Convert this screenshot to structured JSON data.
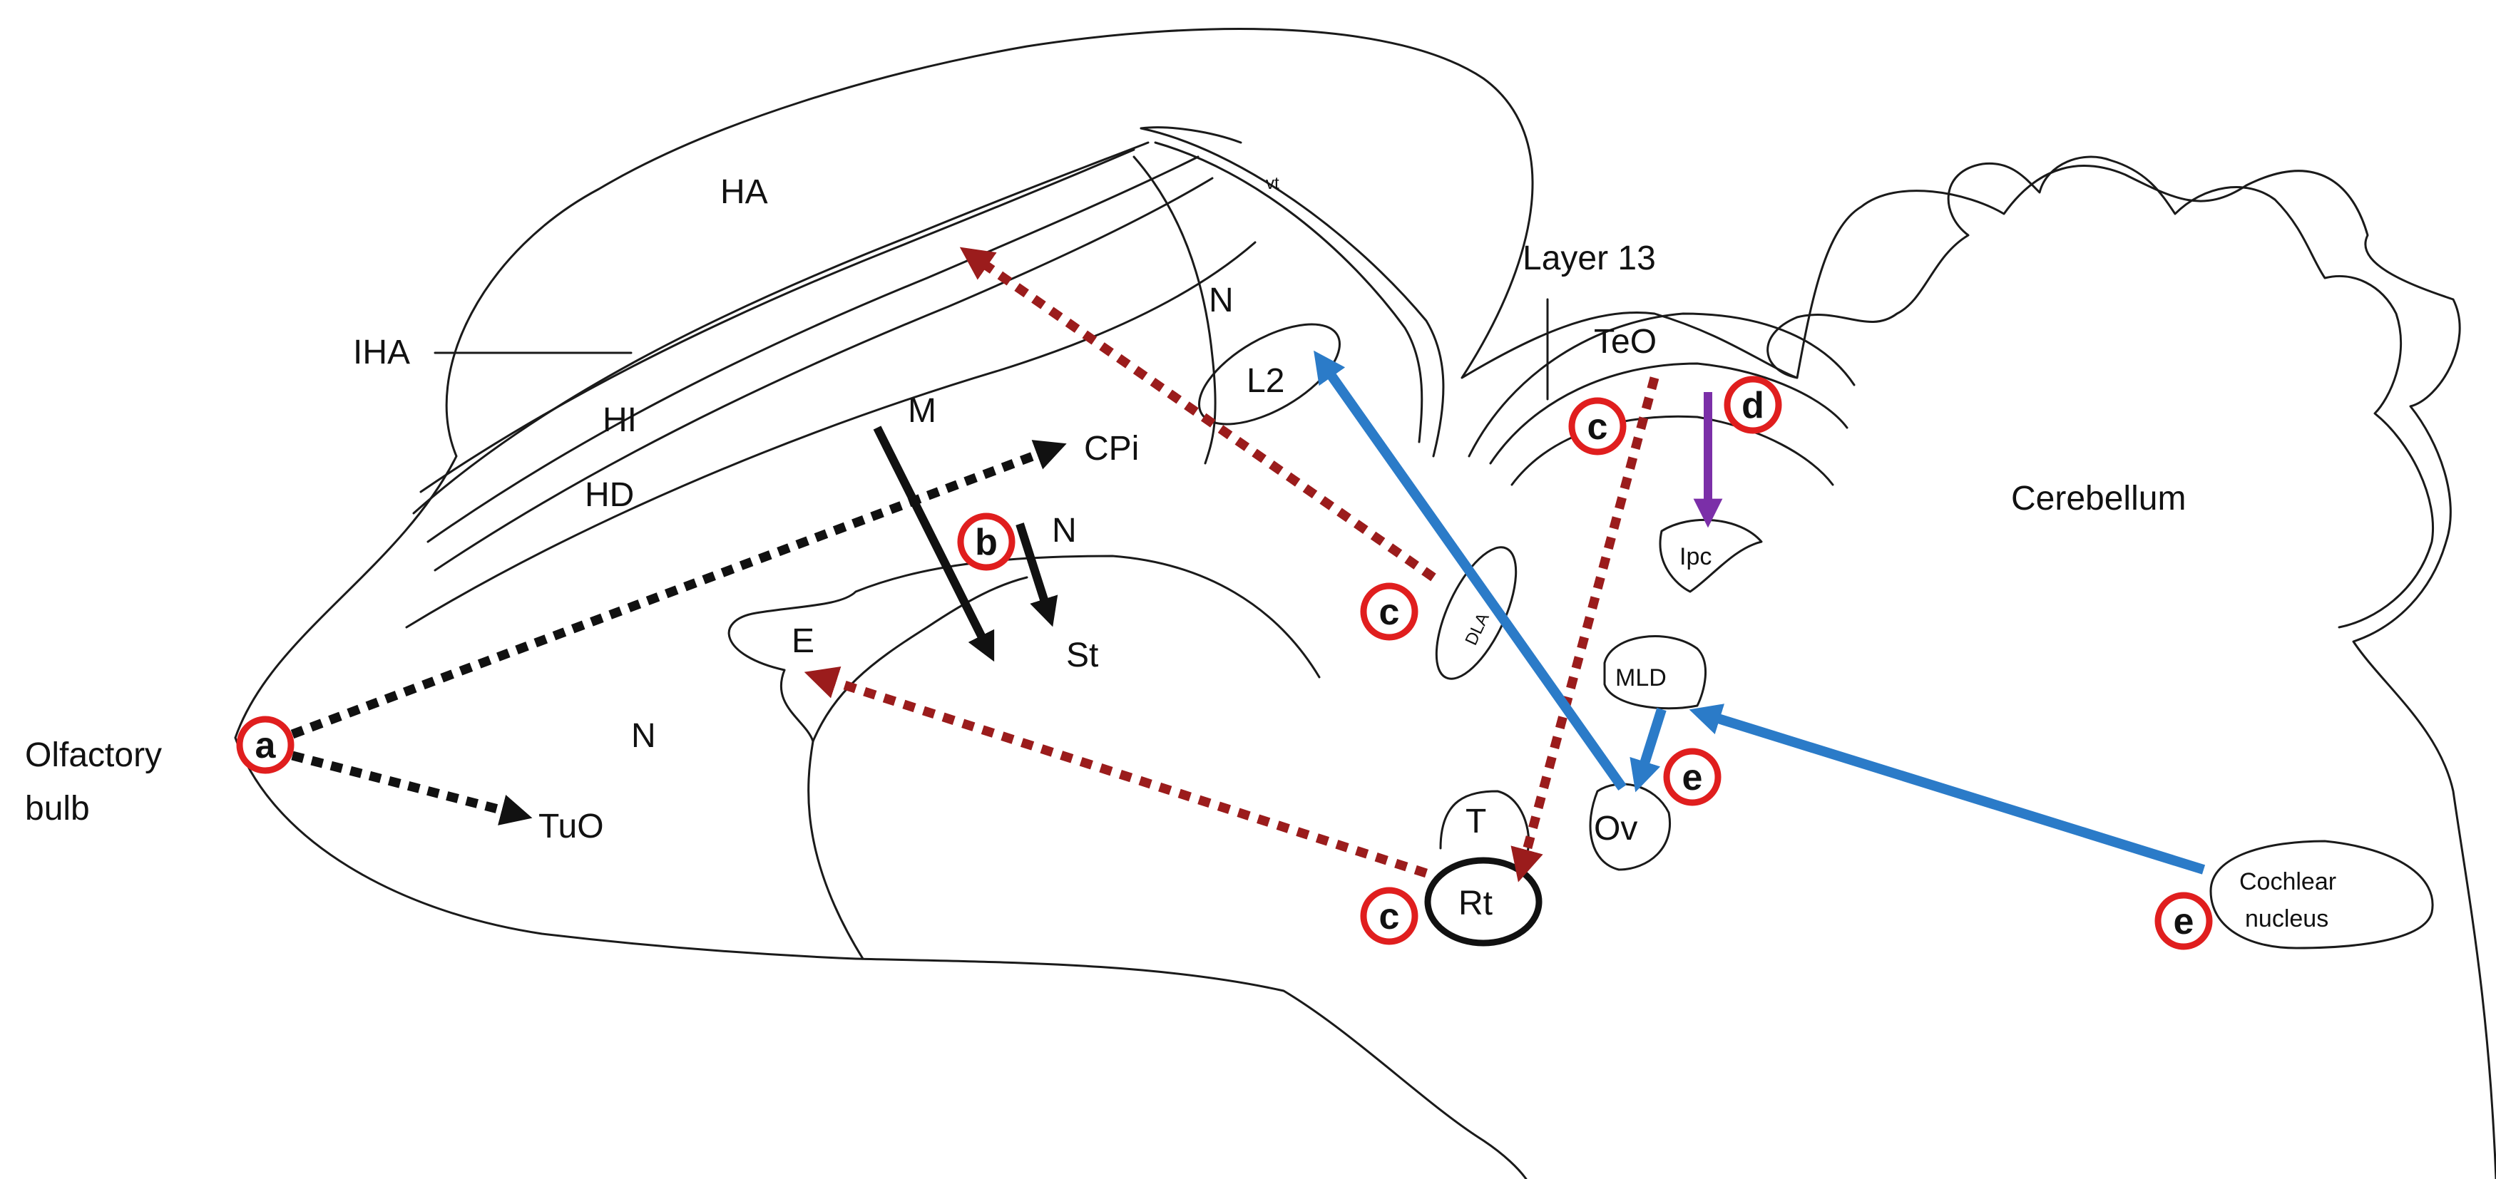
{
  "labels": {
    "ha": "HA",
    "iha": "IHA",
    "hi": "HI",
    "hd": "HD",
    "m": "M",
    "n_upper": "N",
    "n_middle": "N",
    "n_lower": "N",
    "cpi": "CPi",
    "st": "St",
    "e": "E",
    "tuo": "TuO",
    "olfactory_bulb_1": "Olfactory",
    "olfactory_bulb_2": "bulb",
    "vt": "vt",
    "l2": "L2",
    "layer13": "Layer 13",
    "teo": "TeO",
    "ipc": "Ipc",
    "cerebellum": "Cerebellum",
    "dla": "DLA",
    "mld": "MLD",
    "t": "T",
    "rt": "Rt",
    "ov": "Ov",
    "cochlear_1": "Cochlear",
    "cochlear_2": "nucleus"
  },
  "badges": {
    "a": "a",
    "b": "b",
    "c": "c",
    "d": "d",
    "e": "e"
  },
  "colors": {
    "badge_ring": "#e01e1e",
    "dashed_red_pathway": "#9b1c1c",
    "dashed_black_pathway": "#111111",
    "solid_black_pathway": "#111111",
    "blue_pathway": "#2b7bc8",
    "purple_pathway": "#7b2fa8",
    "outline": "#1a1a1a"
  }
}
